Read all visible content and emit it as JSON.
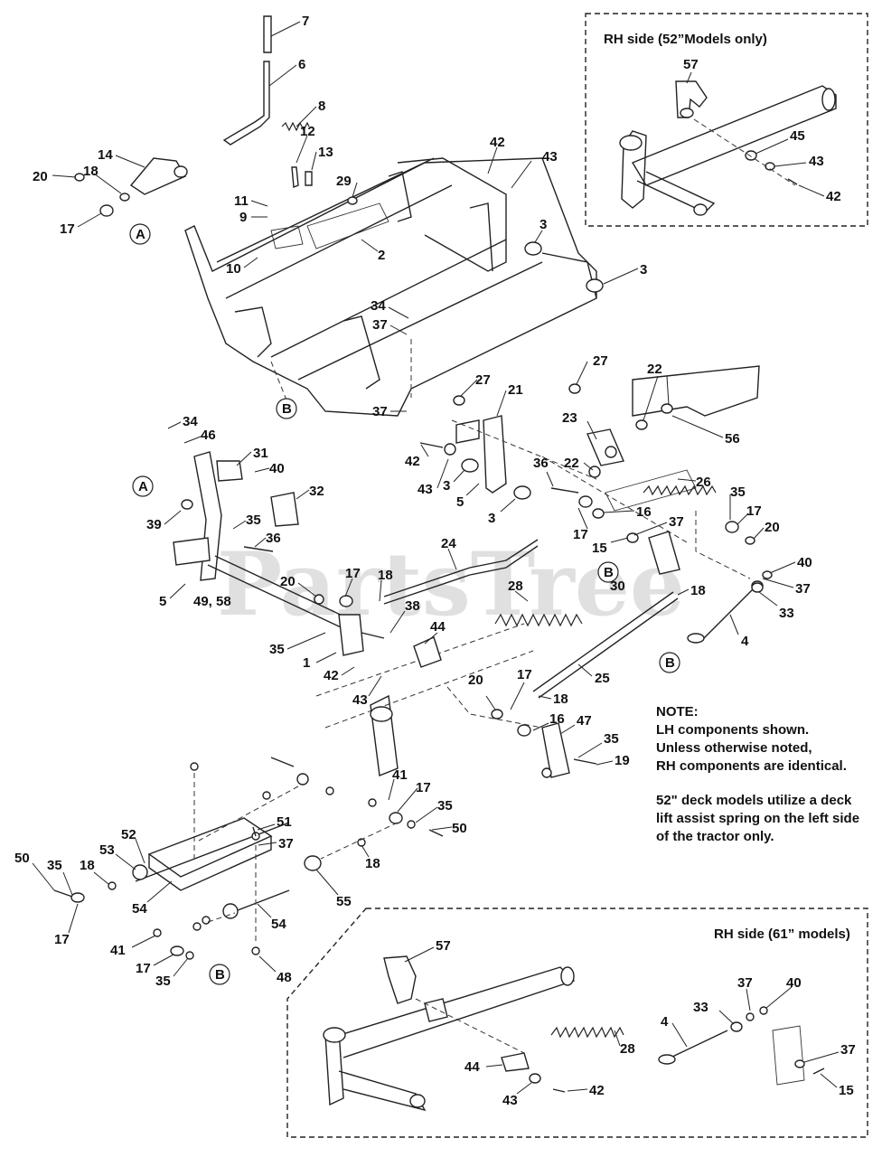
{
  "watermark": "PartsTree",
  "insets": {
    "rh52_title": "RH side (52”Models only)",
    "rh61_title": "RH side (61” models)"
  },
  "note": {
    "line1": "NOTE:",
    "line2": "LH components shown.",
    "line3": "Unless otherwise noted,",
    "line4": "RH components are identical.",
    "line5": "52\" deck models utilize a deck",
    "line6": "lift assist spring on the left side",
    "line7": "of the tractor only."
  },
  "callouts": {
    "a1": "A",
    "a2": "A",
    "b1": "B",
    "b2": "B",
    "b3": "B",
    "b4": "B",
    "b5": "B"
  },
  "labels": {
    "l7": "7",
    "l6": "6",
    "l8": "8",
    "l14": "14",
    "l20a": "20",
    "l18a": "18",
    "l17a": "17",
    "l12": "12",
    "l13": "13",
    "l29": "29",
    "l11": "11",
    "l9": "9",
    "l10": "10",
    "l2": "2",
    "l42a": "42",
    "l43a": "43",
    "l3a": "3",
    "l3b": "3",
    "l34a": "34",
    "l37a": "37",
    "l37b": "37",
    "l27a": "27",
    "l21": "21",
    "l27b": "27",
    "l22a": "22",
    "l23": "23",
    "l56": "56",
    "l22b": "22",
    "l26": "26",
    "l34b": "34",
    "l46": "46",
    "l31": "31",
    "l40a": "40",
    "l32": "32",
    "l39": "39",
    "l35a": "35",
    "l36a": "36",
    "l5a": "5",
    "l49_58": "49, 58",
    "l20b": "20",
    "l17b": "17",
    "l18b": "18",
    "l38": "38",
    "l35b": "35",
    "l1": "1",
    "l42b": "42",
    "l43b": "43",
    "l44a": "44",
    "l24": "24",
    "l28a": "28",
    "l30": "30",
    "l42c": "42",
    "l43c": "43",
    "l3c": "3",
    "l5b": "5",
    "l3d": "3",
    "l36b": "36",
    "l16a": "16",
    "l17c": "17",
    "l15a": "15",
    "l37c": "37",
    "l35c": "35",
    "l17d": "17",
    "l20c": "20",
    "l40b": "40",
    "l37d": "37",
    "l33a": "33",
    "l18c": "18",
    "l4a": "4",
    "l25": "25",
    "l20d": "20",
    "l17e": "17",
    "l18d": "18",
    "l16b": "16",
    "l47": "47",
    "l35d": "35",
    "l19": "19",
    "l41a": "41",
    "l17f": "17",
    "l35e": "35",
    "l50a": "50",
    "l51": "51",
    "l37e": "37",
    "l18e": "18",
    "l55": "55",
    "l50b": "50",
    "l35f": "35",
    "l18f": "18",
    "l53": "53",
    "l52": "52",
    "l54a": "54",
    "l54b": "54",
    "l17g": "17",
    "l41b": "41",
    "l17h": "17",
    "l35g": "35",
    "l48": "48",
    "l57a": "57",
    "l45": "45",
    "l43d": "43",
    "l42d": "42",
    "l57b": "57",
    "l37f": "37",
    "l40c": "40",
    "l33b": "33",
    "l4b": "4",
    "l28b": "28",
    "l37g": "37",
    "l44b": "44",
    "l43e": "43",
    "l42e": "42",
    "l15b": "15"
  }
}
